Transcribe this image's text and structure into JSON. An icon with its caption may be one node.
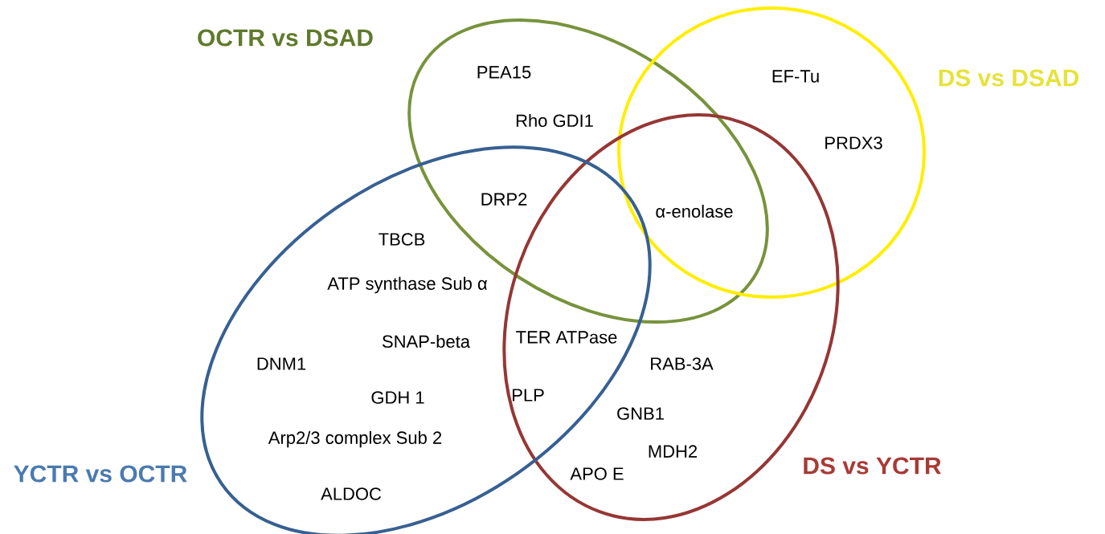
{
  "diagram": {
    "nodes": [
      {
        "text": [
          "OCTR vs DSAD"
        ]
      },
      {
        "text": [
          "DS vs DSAD"
        ]
      },
      {
        "text": [
          "DS vs YCTR"
        ]
      },
      {
        "text": [
          "YCTR vs OCTR"
        ]
      }
    ],
    "labels": [
      "PEA15",
      "EF-Tu",
      "Rho GDI1",
      "PRDX3",
      "DRP2",
      "α-enolase",
      "TBCB",
      "ATP synthase Sub α",
      "SNAP-beta",
      "TER ATPase",
      "DNM1",
      "RAB-3A",
      "GDH 1",
      "PLP",
      "GNB1",
      "Arp2/3 complex Sub 2",
      "MDH2",
      "APO E",
      "ALDOC"
    ]
  }
}
